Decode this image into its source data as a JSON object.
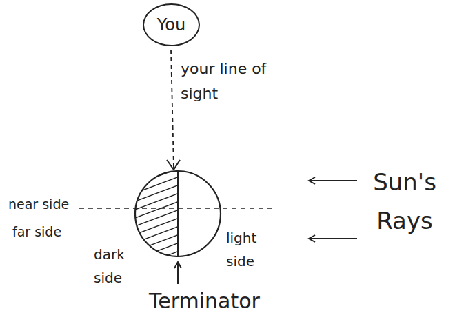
{
  "diagram": {
    "nodes": [
      {
        "text": [
          "You"
        ]
      }
    ],
    "labels": [
      "your line of sight",
      "near side",
      "far side",
      "dark side",
      "light side",
      "Terminator",
      "Sun's Rays"
    ]
  }
}
